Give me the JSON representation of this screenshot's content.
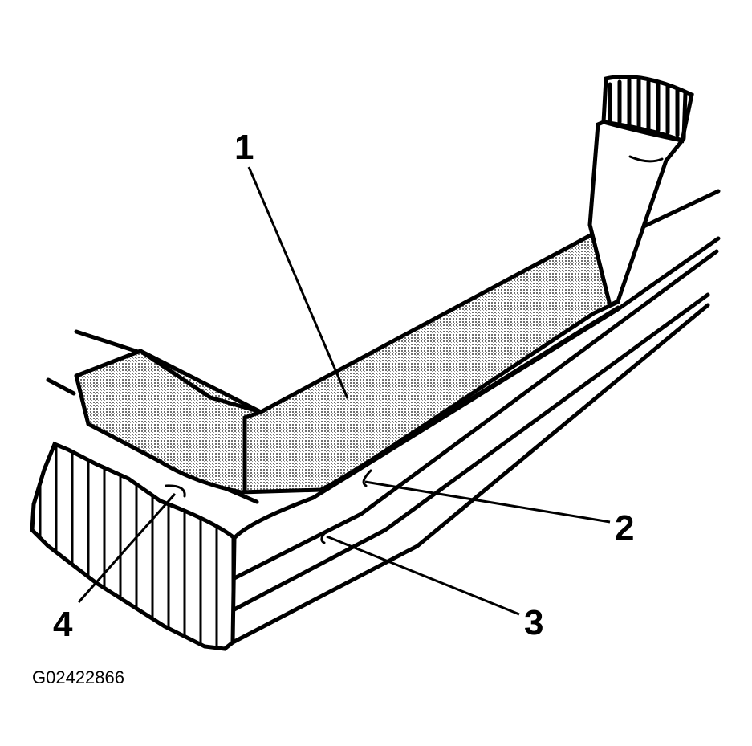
{
  "figure": {
    "figure_id": "G02422866",
    "callouts": [
      {
        "id": "1",
        "label": "1"
      },
      {
        "id": "2",
        "label": "2"
      },
      {
        "id": "3",
        "label": "3"
      },
      {
        "id": "4",
        "label": "4"
      }
    ]
  },
  "colors": {
    "ink": "#000000",
    "background": "#ffffff",
    "stipple": "#9a9a9a"
  }
}
